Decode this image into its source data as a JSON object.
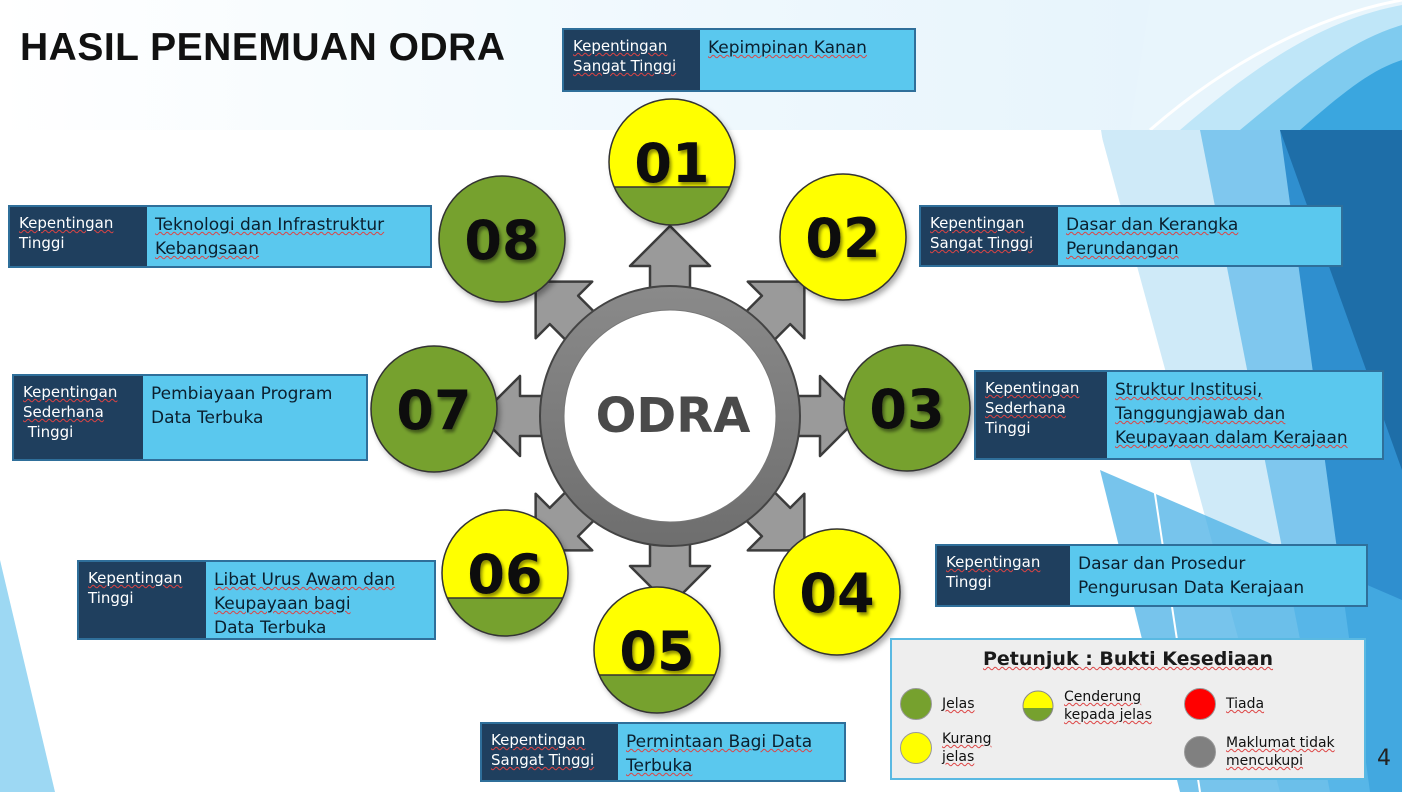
{
  "title": "HASIL PENEMUAN ODRA",
  "center_label": "ODRA",
  "page_number": "4",
  "colors": {
    "jelas": "#76a12e",
    "kurang_jelas": "#ffff00",
    "tiada": "#ff0000",
    "maklumat_tidak_mencukupi": "#808080",
    "level_box": "#1f3f5e",
    "desc_box": "#5ac8ee"
  },
  "nodes": [
    {
      "number": "01",
      "status": "cenderung",
      "level": [
        "Kepentingan",
        "Sangat Tinggi"
      ],
      "description": [
        "Kepimpinan Kanan"
      ]
    },
    {
      "number": "02",
      "status": "kurang_jelas",
      "level": [
        "Kepentingan",
        "Sangat Tinggi"
      ],
      "description": [
        "Dasar dan Kerangka",
        "Perundangan"
      ]
    },
    {
      "number": "03",
      "status": "jelas",
      "level": [
        "Kepentingan",
        "Sederhana",
        "Tinggi"
      ],
      "description": [
        "Struktur Institusi,",
        "Tanggungjawab dan",
        "Keupayaan dalam Kerajaan"
      ]
    },
    {
      "number": "04",
      "status": "kurang_jelas",
      "level": [
        "Kepentingan",
        "Tinggi"
      ],
      "description": [
        "Dasar dan Prosedur",
        "Pengurusan Data Kerajaan"
      ]
    },
    {
      "number": "05",
      "status": "cenderung",
      "level": [
        "Kepentingan",
        "Sangat Tinggi"
      ],
      "description": [
        "Permintaan Bagi Data",
        "Terbuka"
      ]
    },
    {
      "number": "06",
      "status": "cenderung",
      "level": [
        "Kepentingan",
        "Tinggi"
      ],
      "description": [
        "Libat Urus Awam dan",
        "Keupayaan bagi",
        "Data Terbuka"
      ]
    },
    {
      "number": "07",
      "status": "jelas",
      "level": [
        "Kepentingan",
        "Sederhana",
        " Tinggi"
      ],
      "description": [
        "Pembiayaan Program",
        "Data Terbuka"
      ]
    },
    {
      "number": "08",
      "status": "jelas",
      "level": [
        "Kepentingan",
        "Tinggi"
      ],
      "description": [
        "Teknologi dan Infrastruktur",
        "Kebangsaan"
      ]
    }
  ],
  "legend": {
    "title": "Petunjuk : Bukti Kesediaan",
    "items": [
      {
        "key": "jelas",
        "lines": [
          "Jelas"
        ]
      },
      {
        "key": "cenderung",
        "lines": [
          "Cenderung",
          "kepada jelas"
        ]
      },
      {
        "key": "tiada",
        "lines": [
          "Tiada"
        ]
      },
      {
        "key": "kurang_jelas",
        "lines": [
          "Kurang",
          "jelas"
        ]
      },
      {
        "key": "maklumat_tidak_mencukupi",
        "lines": [
          "Maklumat tidak",
          "mencukupi"
        ]
      }
    ]
  }
}
